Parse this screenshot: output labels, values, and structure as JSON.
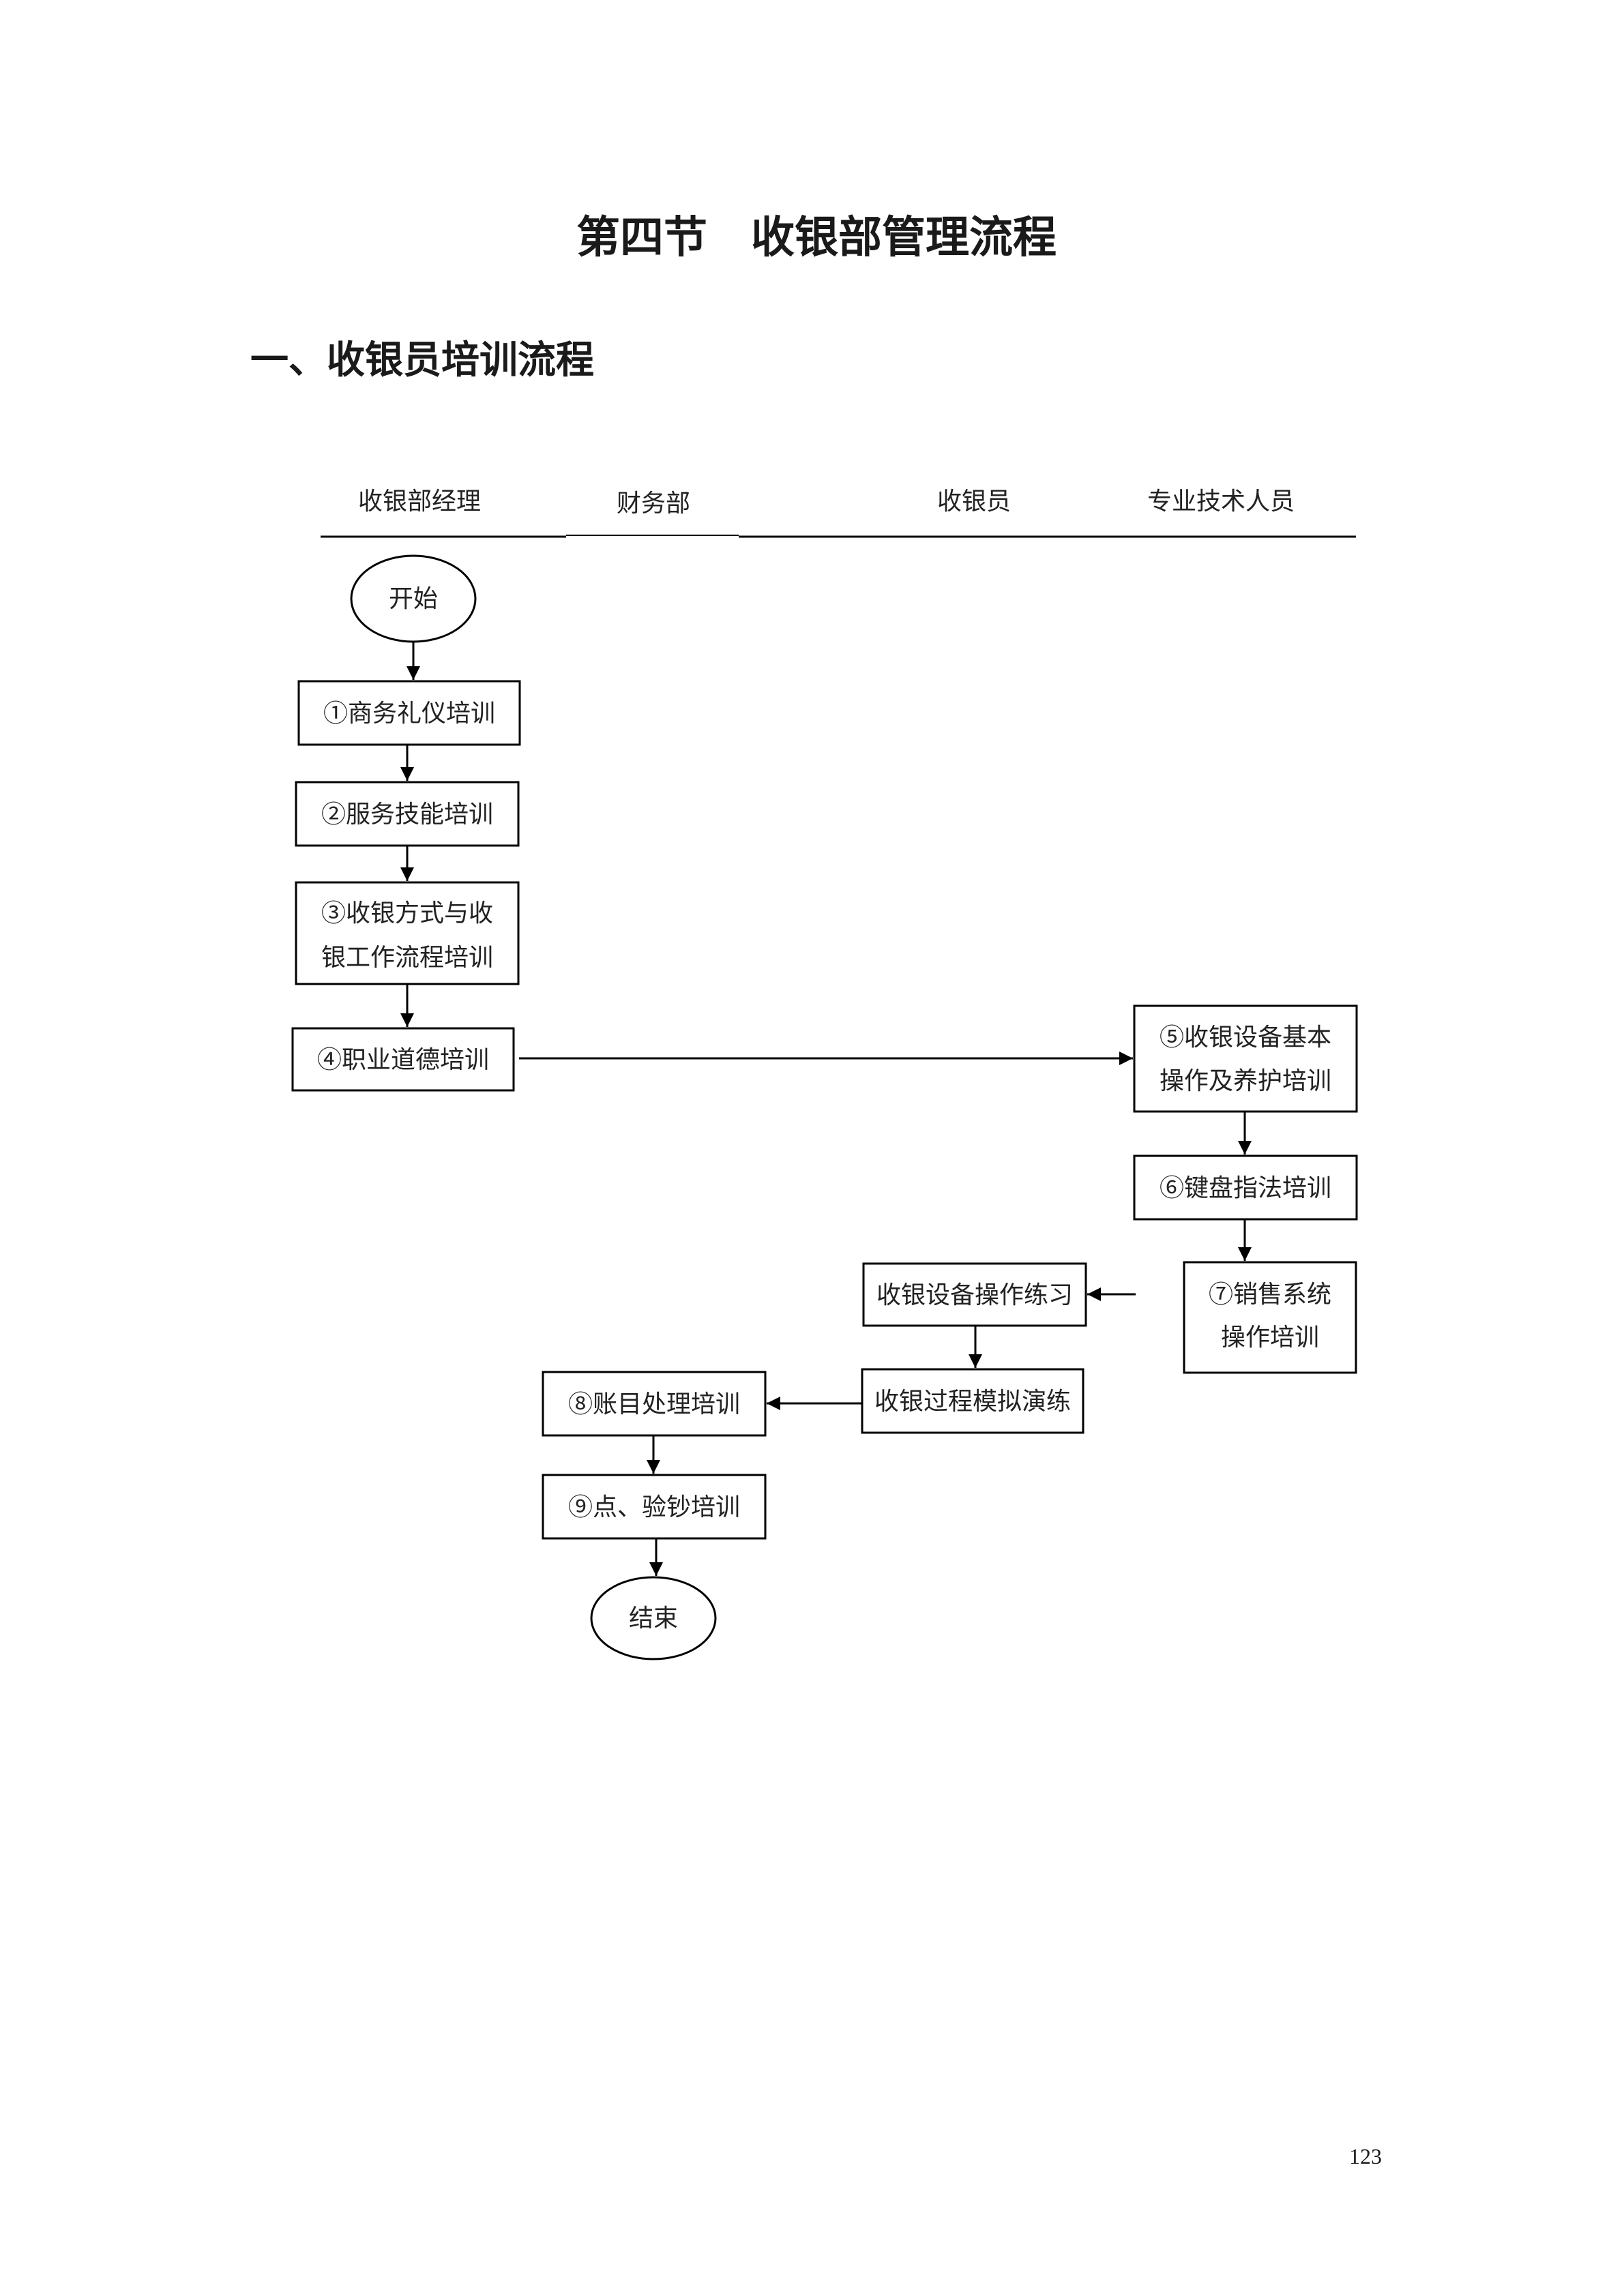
{
  "page": {
    "title": "第四节　收银部管理流程",
    "section_heading": "一、收银员培训流程",
    "page_number": "123"
  },
  "lanes": [
    "收银部经理",
    "财务部",
    "收银员",
    "专业技术人员"
  ],
  "flow": {
    "nodes": [
      {
        "type": "terminal",
        "lines": [
          "开始"
        ]
      },
      {
        "type": "process",
        "lines": [
          "①商务礼仪培训"
        ]
      },
      {
        "type": "process",
        "lines": [
          "②服务技能培训"
        ]
      },
      {
        "type": "process",
        "lines": [
          "③收银方式与收",
          "银工作流程培训"
        ]
      },
      {
        "type": "process",
        "lines": [
          "④职业道德培训"
        ]
      },
      {
        "type": "process",
        "lines": [
          "⑤收银设备基本",
          "操作及养护培训"
        ]
      },
      {
        "type": "process",
        "lines": [
          "⑥键盘指法培训"
        ]
      },
      {
        "type": "process",
        "lines": [
          "⑦销售系统",
          "操作培训"
        ]
      },
      {
        "type": "process",
        "lines": [
          "收银设备操作练习"
        ]
      },
      {
        "type": "process",
        "lines": [
          "收银过程模拟演练"
        ]
      },
      {
        "type": "process",
        "lines": [
          "⑧账目处理培训"
        ]
      },
      {
        "type": "process",
        "lines": [
          "⑨点、验钞培训"
        ]
      },
      {
        "type": "terminal",
        "lines": [
          "结束"
        ]
      }
    ]
  }
}
